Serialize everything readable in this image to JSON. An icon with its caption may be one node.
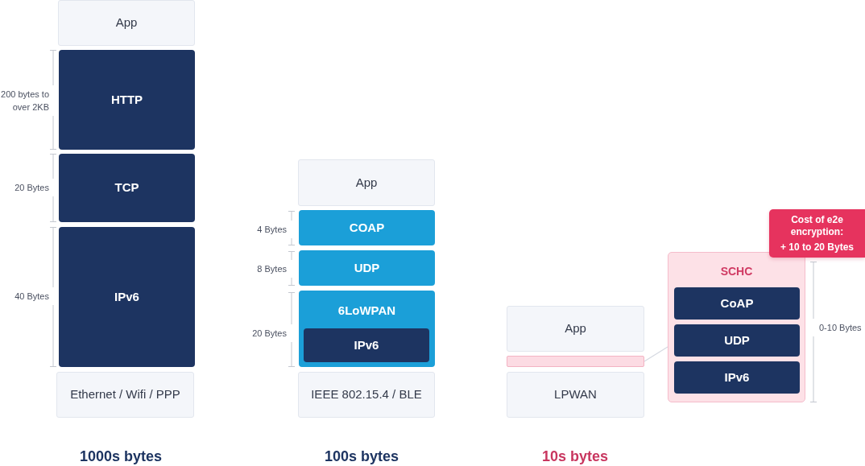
{
  "diagram": {
    "nodes": [
      {
        "text": [
          "App"
        ]
      },
      {
        "text": [
          "HTTP"
        ]
      },
      {
        "text": [
          "TCP"
        ]
      },
      {
        "text": [
          "IPv6"
        ]
      },
      {
        "text": [
          "Ethernet / Wifi / PPP"
        ]
      },
      {
        "text": [
          "App"
        ]
      },
      {
        "text": [
          "COAP"
        ]
      },
      {
        "text": [
          "UDP"
        ]
      },
      {
        "text": [
          "6LoWPAN"
        ]
      },
      {
        "text": [
          "IPv6"
        ],
        "in": 8
      },
      {
        "text": [
          "IEEE 802.15.4 / BLE"
        ]
      },
      {
        "text": [
          "App"
        ]
      },
      {
        "text": [],
        "shape": "bar"
      },
      {
        "text": [
          "LPWAN"
        ]
      },
      {
        "text": [
          "SCHC"
        ]
      },
      {
        "text": [
          "CoAP"
        ],
        "in": 14
      },
      {
        "text": [
          "UDP"
        ],
        "in": 14
      },
      {
        "text": [
          "IPv6"
        ],
        "in": 14
      },
      {
        "text": [
          "Cost of e2e encryption:",
          "+ 10 to 20 Bytes"
        ]
      }
    ],
    "edges": [
      {
        "from": 12,
        "to": 14,
        "arrow": "none"
      }
    ],
    "labels": [
      "200 bytes to over 2KB",
      "20 Bytes",
      "40 Bytes",
      "4 Bytes",
      "8 Bytes",
      "20 Bytes",
      "0-10 Bytes",
      "1000s bytes",
      "100s bytes",
      "10s bytes"
    ]
  }
}
